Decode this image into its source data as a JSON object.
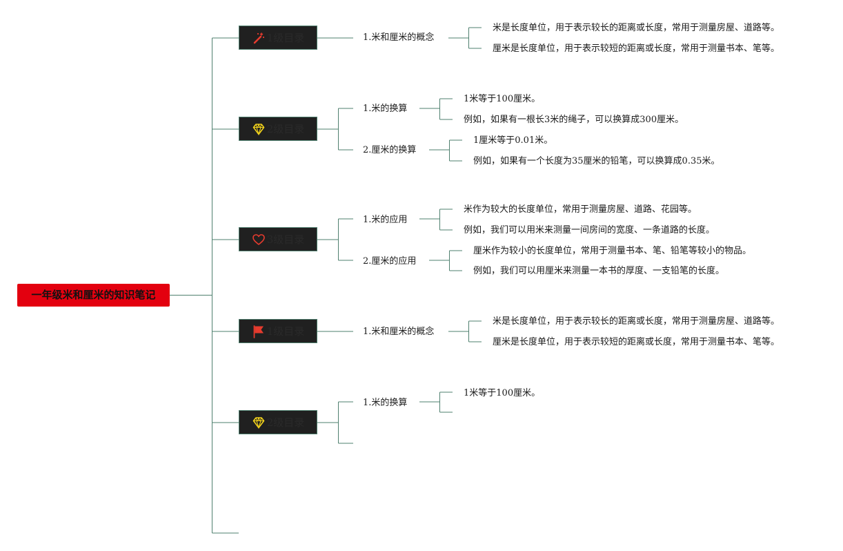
{
  "root": {
    "label": "一年级米和厘米的知识笔记"
  },
  "branches": [
    {
      "label": "1级目录",
      "icon": "magic-wand-icon",
      "topics": [
        {
          "label": "1.米和厘米的概念",
          "notes": [
            "米是长度单位，用于表示较长的距离或长度，常用于测量房屋、道路等。",
            "厘米是长度单位，用于表示较短的距离或长度，常用于测量书本、笔等。"
          ]
        }
      ]
    },
    {
      "label": "2级目录",
      "icon": "diamond-icon",
      "topics": [
        {
          "label": "1.米的换算",
          "notes": [
            "1米等于100厘米。",
            "例如，如果有一根长3米的绳子，可以换算成300厘米。"
          ]
        },
        {
          "label": "2.厘米的换算",
          "notes": [
            "1厘米等于0.01米。",
            "例如，如果有一个长度为35厘米的铅笔，可以换算成0.35米。"
          ]
        }
      ]
    },
    {
      "label": "3级目录",
      "icon": "heart-icon",
      "topics": [
        {
          "label": "1.米的应用",
          "notes": [
            "米作为较大的长度单位，常用于测量房屋、道路、花园等。",
            "例如，我们可以用米来测量一间房间的宽度、一条道路的长度。"
          ]
        },
        {
          "label": "2.厘米的应用",
          "notes": [
            "厘米作为较小的长度单位，常用于测量书本、笔、铅笔等较小的物品。",
            "例如，我们可以用厘米来测量一本书的厚度、一支铅笔的长度。"
          ]
        }
      ]
    },
    {
      "label": "1级目录",
      "icon": "flag-icon",
      "topics": [
        {
          "label": "1.米和厘米的概念",
          "notes": [
            "米是长度单位，用于表示较长的距离或长度，常用于测量房屋、道路等。",
            "厘米是长度单位，用于表示较短的距离或长度，常用于测量书本、笔等。"
          ]
        }
      ]
    },
    {
      "label": "2级目录",
      "icon": "diamond-icon",
      "topics": [
        {
          "label": "1.米的换算",
          "notes": [
            "1米等于100厘米。",
            ""
          ]
        }
      ]
    }
  ],
  "colors": {
    "root": "#e3000f",
    "node": "#202020",
    "line": "#4e7f6e",
    "gold": "#f2d21b",
    "red": "#e53b2e"
  }
}
